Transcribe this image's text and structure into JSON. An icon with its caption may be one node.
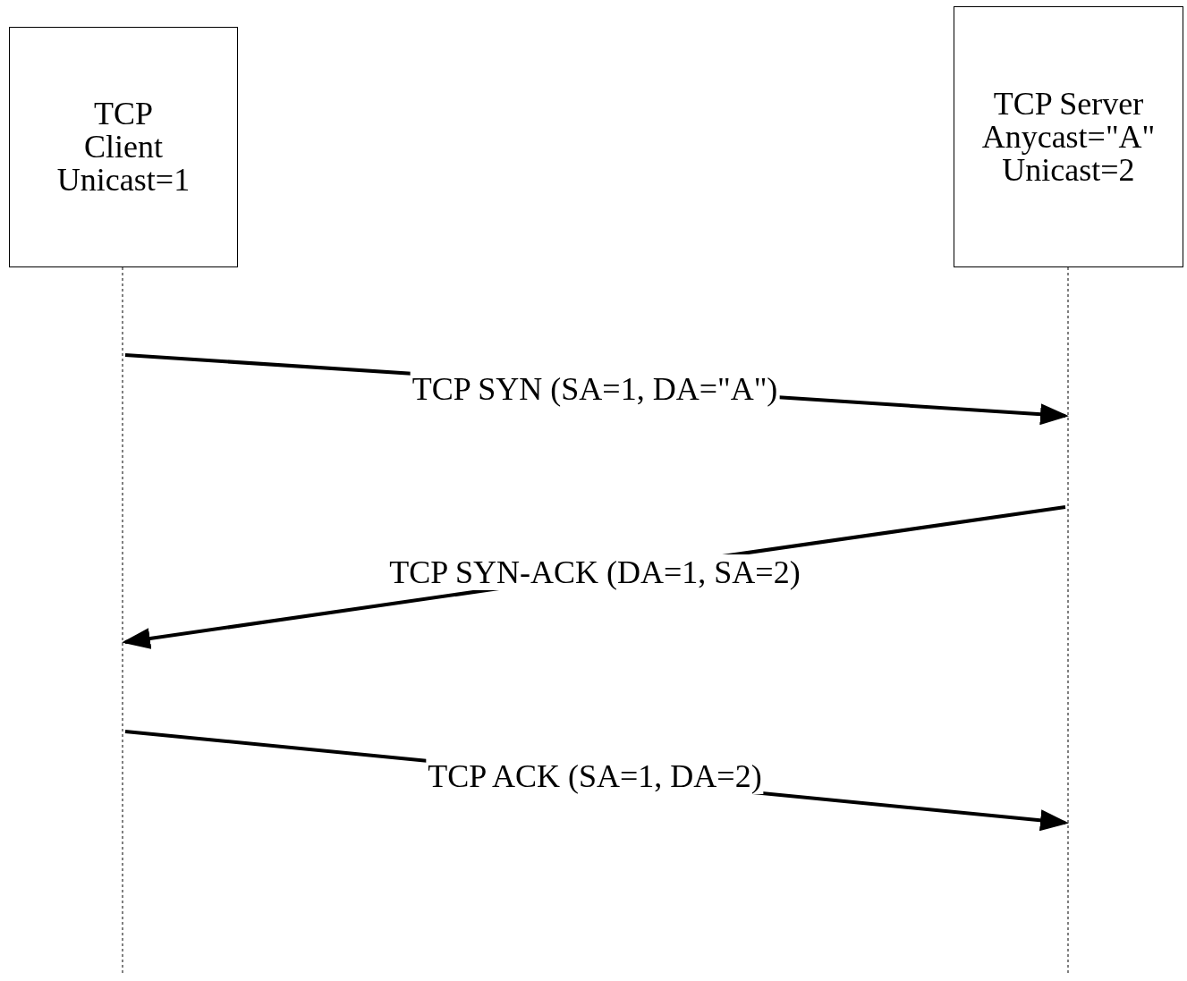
{
  "diagram": {
    "nodes": [
      {
        "text": [
          "TCP Client Unicast=1"
        ]
      },
      {
        "text": [
          "TCP Server Anycast=\"A\" Unicast=2"
        ]
      },
      {
        "text": [],
        "shape": "line"
      },
      {
        "text": [],
        "shape": "line"
      }
    ],
    "edges": [
      {
        "from": 2,
        "to": 3,
        "arrow": "to",
        "label": "TCP SYN (SA=1, DA=\"A\")"
      },
      {
        "from": 3,
        "to": 2,
        "arrow": "to",
        "label": "TCP SYN-ACK (DA=1, SA=2)"
      },
      {
        "from": 2,
        "to": 3,
        "arrow": "to",
        "label": "TCP ACK (SA=1, DA=2)"
      }
    ]
  }
}
